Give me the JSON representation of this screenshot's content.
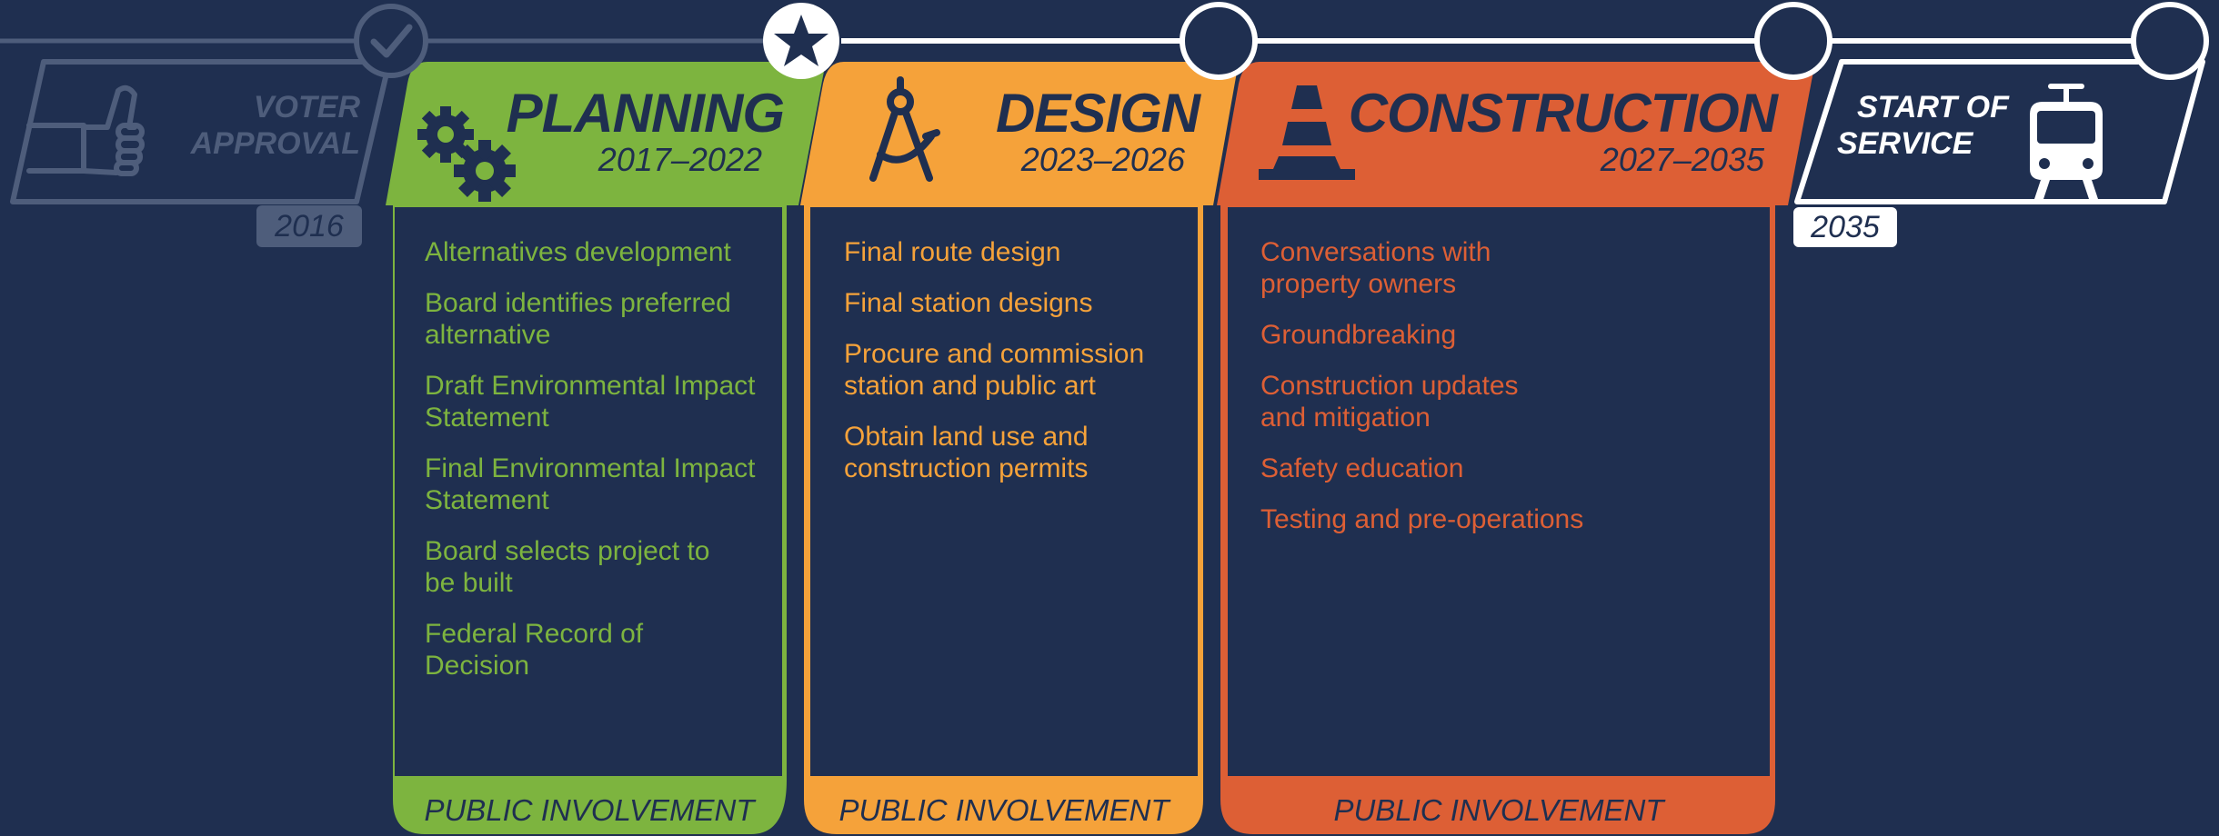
{
  "colors": {
    "background": "#1f2f50",
    "planning": "#7db43f",
    "design": "#f5a23a",
    "construction": "#dd5f35",
    "muted": "#4e5d7b",
    "white": "#ffffff"
  },
  "timeline": {
    "markers": [
      {
        "icon": "check-icon",
        "state": "complete"
      },
      {
        "icon": "star-icon",
        "state": "current"
      },
      {
        "icon": "empty-circle",
        "state": "upcoming"
      },
      {
        "icon": "empty-circle",
        "state": "upcoming"
      },
      {
        "icon": "empty-circle",
        "state": "upcoming"
      }
    ]
  },
  "voter_approval": {
    "line1": "VOTER",
    "line2": "APPROVAL",
    "year": "2016",
    "icon": "thumbs-up-icon"
  },
  "phases": [
    {
      "title": "PLANNING",
      "years": "2017–2022",
      "icon": "gears-icon",
      "items": [
        "Alternatives  development",
        "Board identifies  preferred alternative",
        "Draft Environmental Impact Statement",
        "Final Environmental Impact Statement",
        "Board selects project to be built",
        "Federal Record of Decision"
      ],
      "footer": "PUBLIC INVOLVEMENT"
    },
    {
      "title": "DESIGN",
      "years": "2023–2026",
      "icon": "drafting-compass-icon",
      "items": [
        "Final route design",
        "Final station designs",
        "Procure and commission station and public art",
        "Obtain land use and construction permits"
      ],
      "footer": "PUBLIC INVOLVEMENT"
    },
    {
      "title": "CONSTRUCTION",
      "years": "2027–2035",
      "icon": "traffic-cone-icon",
      "items": [
        "Conversations  with property owners",
        "Groundbreaking",
        "Construction updates and mitigation",
        "Safety  education",
        "Testing and pre-operations"
      ],
      "footer": "PUBLIC INVOLVEMENT"
    }
  ],
  "start_of_service": {
    "line1": "START OF",
    "line2": "SERVICE",
    "year": "2035",
    "icon": "train-icon"
  }
}
